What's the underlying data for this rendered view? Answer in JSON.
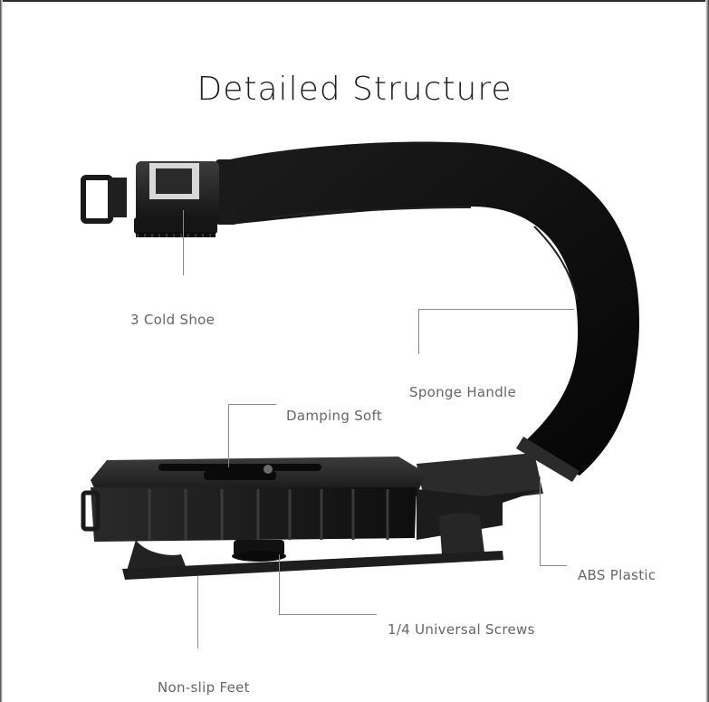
{
  "title": "Detailed Structure",
  "labels": {
    "cold_shoe": "3 Cold Shoe",
    "sponge_handle": "Sponge Handle",
    "damping_soft": "Damping Soft",
    "abs_plastic": "ABS Plastic",
    "universal_screws": "1/4 Universal Screws",
    "non_slip_feet": "Non-slip Feet"
  },
  "colors": {
    "background": "#ffffff",
    "title_text": "#1e1e1e",
    "label_text": "#666666",
    "leader_line": "#8a8a8a",
    "product_body": "#1a1a1a",
    "sponge": "#0d0d0d"
  }
}
